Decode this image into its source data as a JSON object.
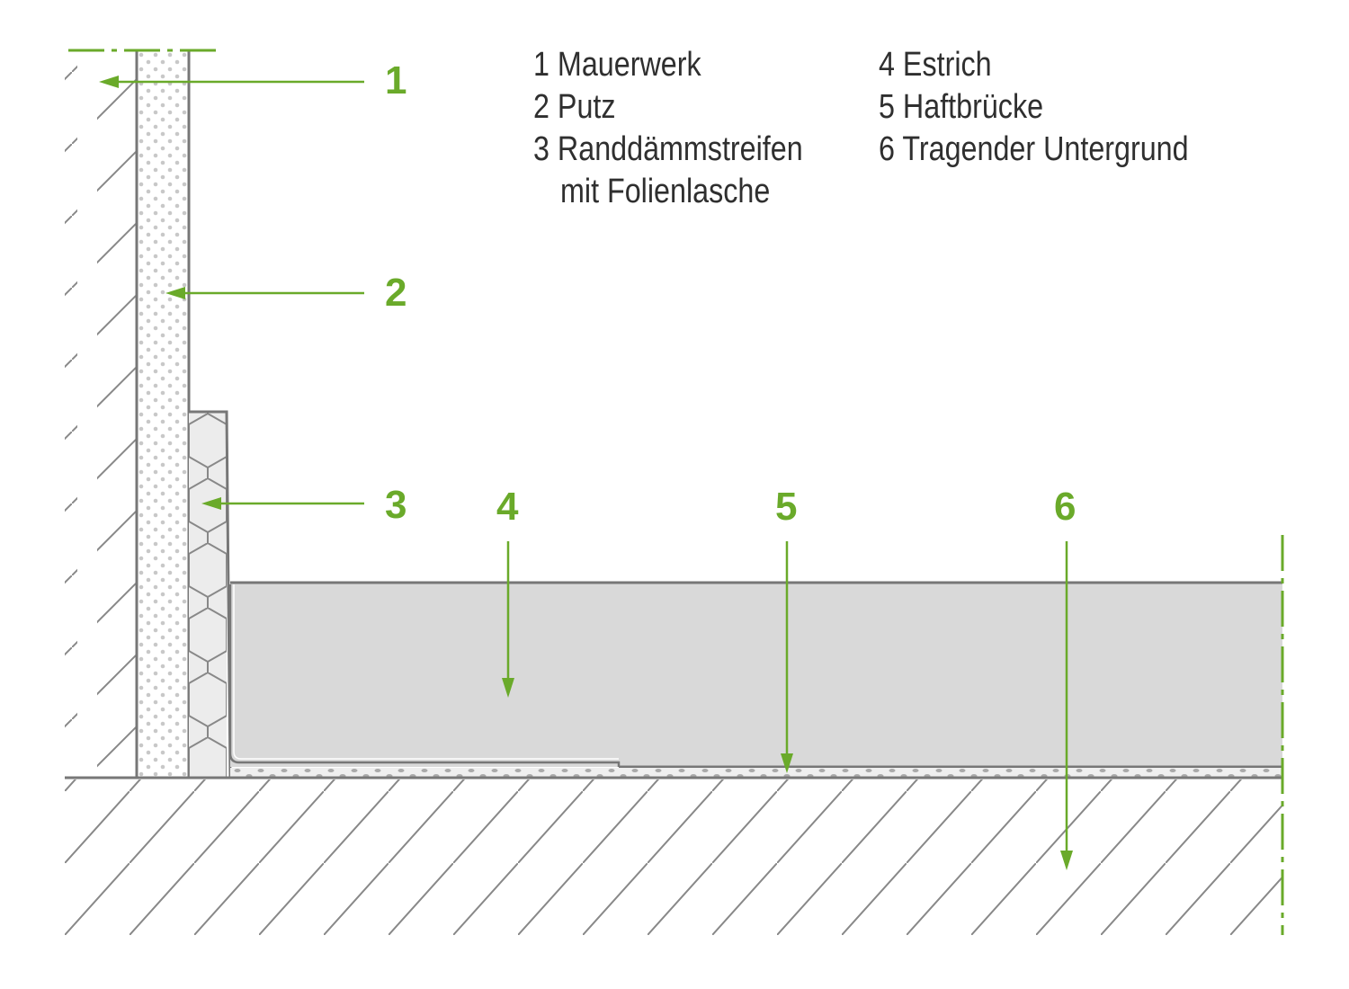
{
  "colors": {
    "accent": "#6aaa2a",
    "line": "#777777",
    "screed": "#d9d9d9",
    "text": "#2f2f2f"
  },
  "legend": [
    {
      "text": "1 Mauerwerk"
    },
    {
      "text": "2 Putz"
    },
    {
      "text": "3 Randdämmstreifen"
    },
    {
      "text": "mit Folienlasche"
    },
    {
      "text": "4 Estrich"
    },
    {
      "text": "5 Haftbrücke"
    },
    {
      "text": "6 Tragender Untergrund"
    }
  ],
  "callouts": [
    "1",
    "2",
    "3",
    "4",
    "5",
    "6"
  ]
}
